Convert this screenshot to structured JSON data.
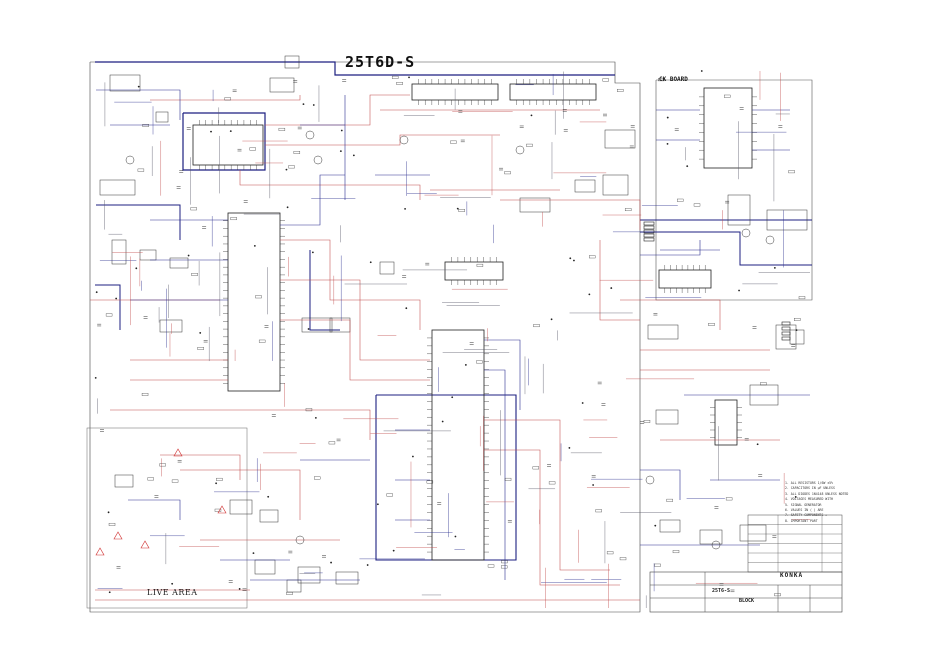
{
  "diagram": {
    "title": "25T6D-S",
    "board_label": "CK BOARD",
    "area_label": "LIVE AREA",
    "title_block": {
      "company": "KONKA",
      "model": "25T6-S",
      "sheet": "BLOCK"
    },
    "notes": [
      "1. ALL RESISTORS 1/6W ±5%",
      "2. CAPACITORS IN μF UNLESS",
      "3. ALL DIODES 1N4148 UNLESS NOTED",
      "4. VOLTAGES MEASURED WITH",
      "5. SIGNAL GENERATOR",
      "6. VALUES IN ( ) ARE",
      "7. SAFETY COMPONENTS ⚠",
      "8. IMPORTANT PART"
    ]
  },
  "colors": {
    "wire_primary": "#2b2f8f",
    "wire_secondary": "#c04a4a",
    "wire_thin": "#555566",
    "bus_heavy": "#1c1f80",
    "warning": "#d03030"
  }
}
